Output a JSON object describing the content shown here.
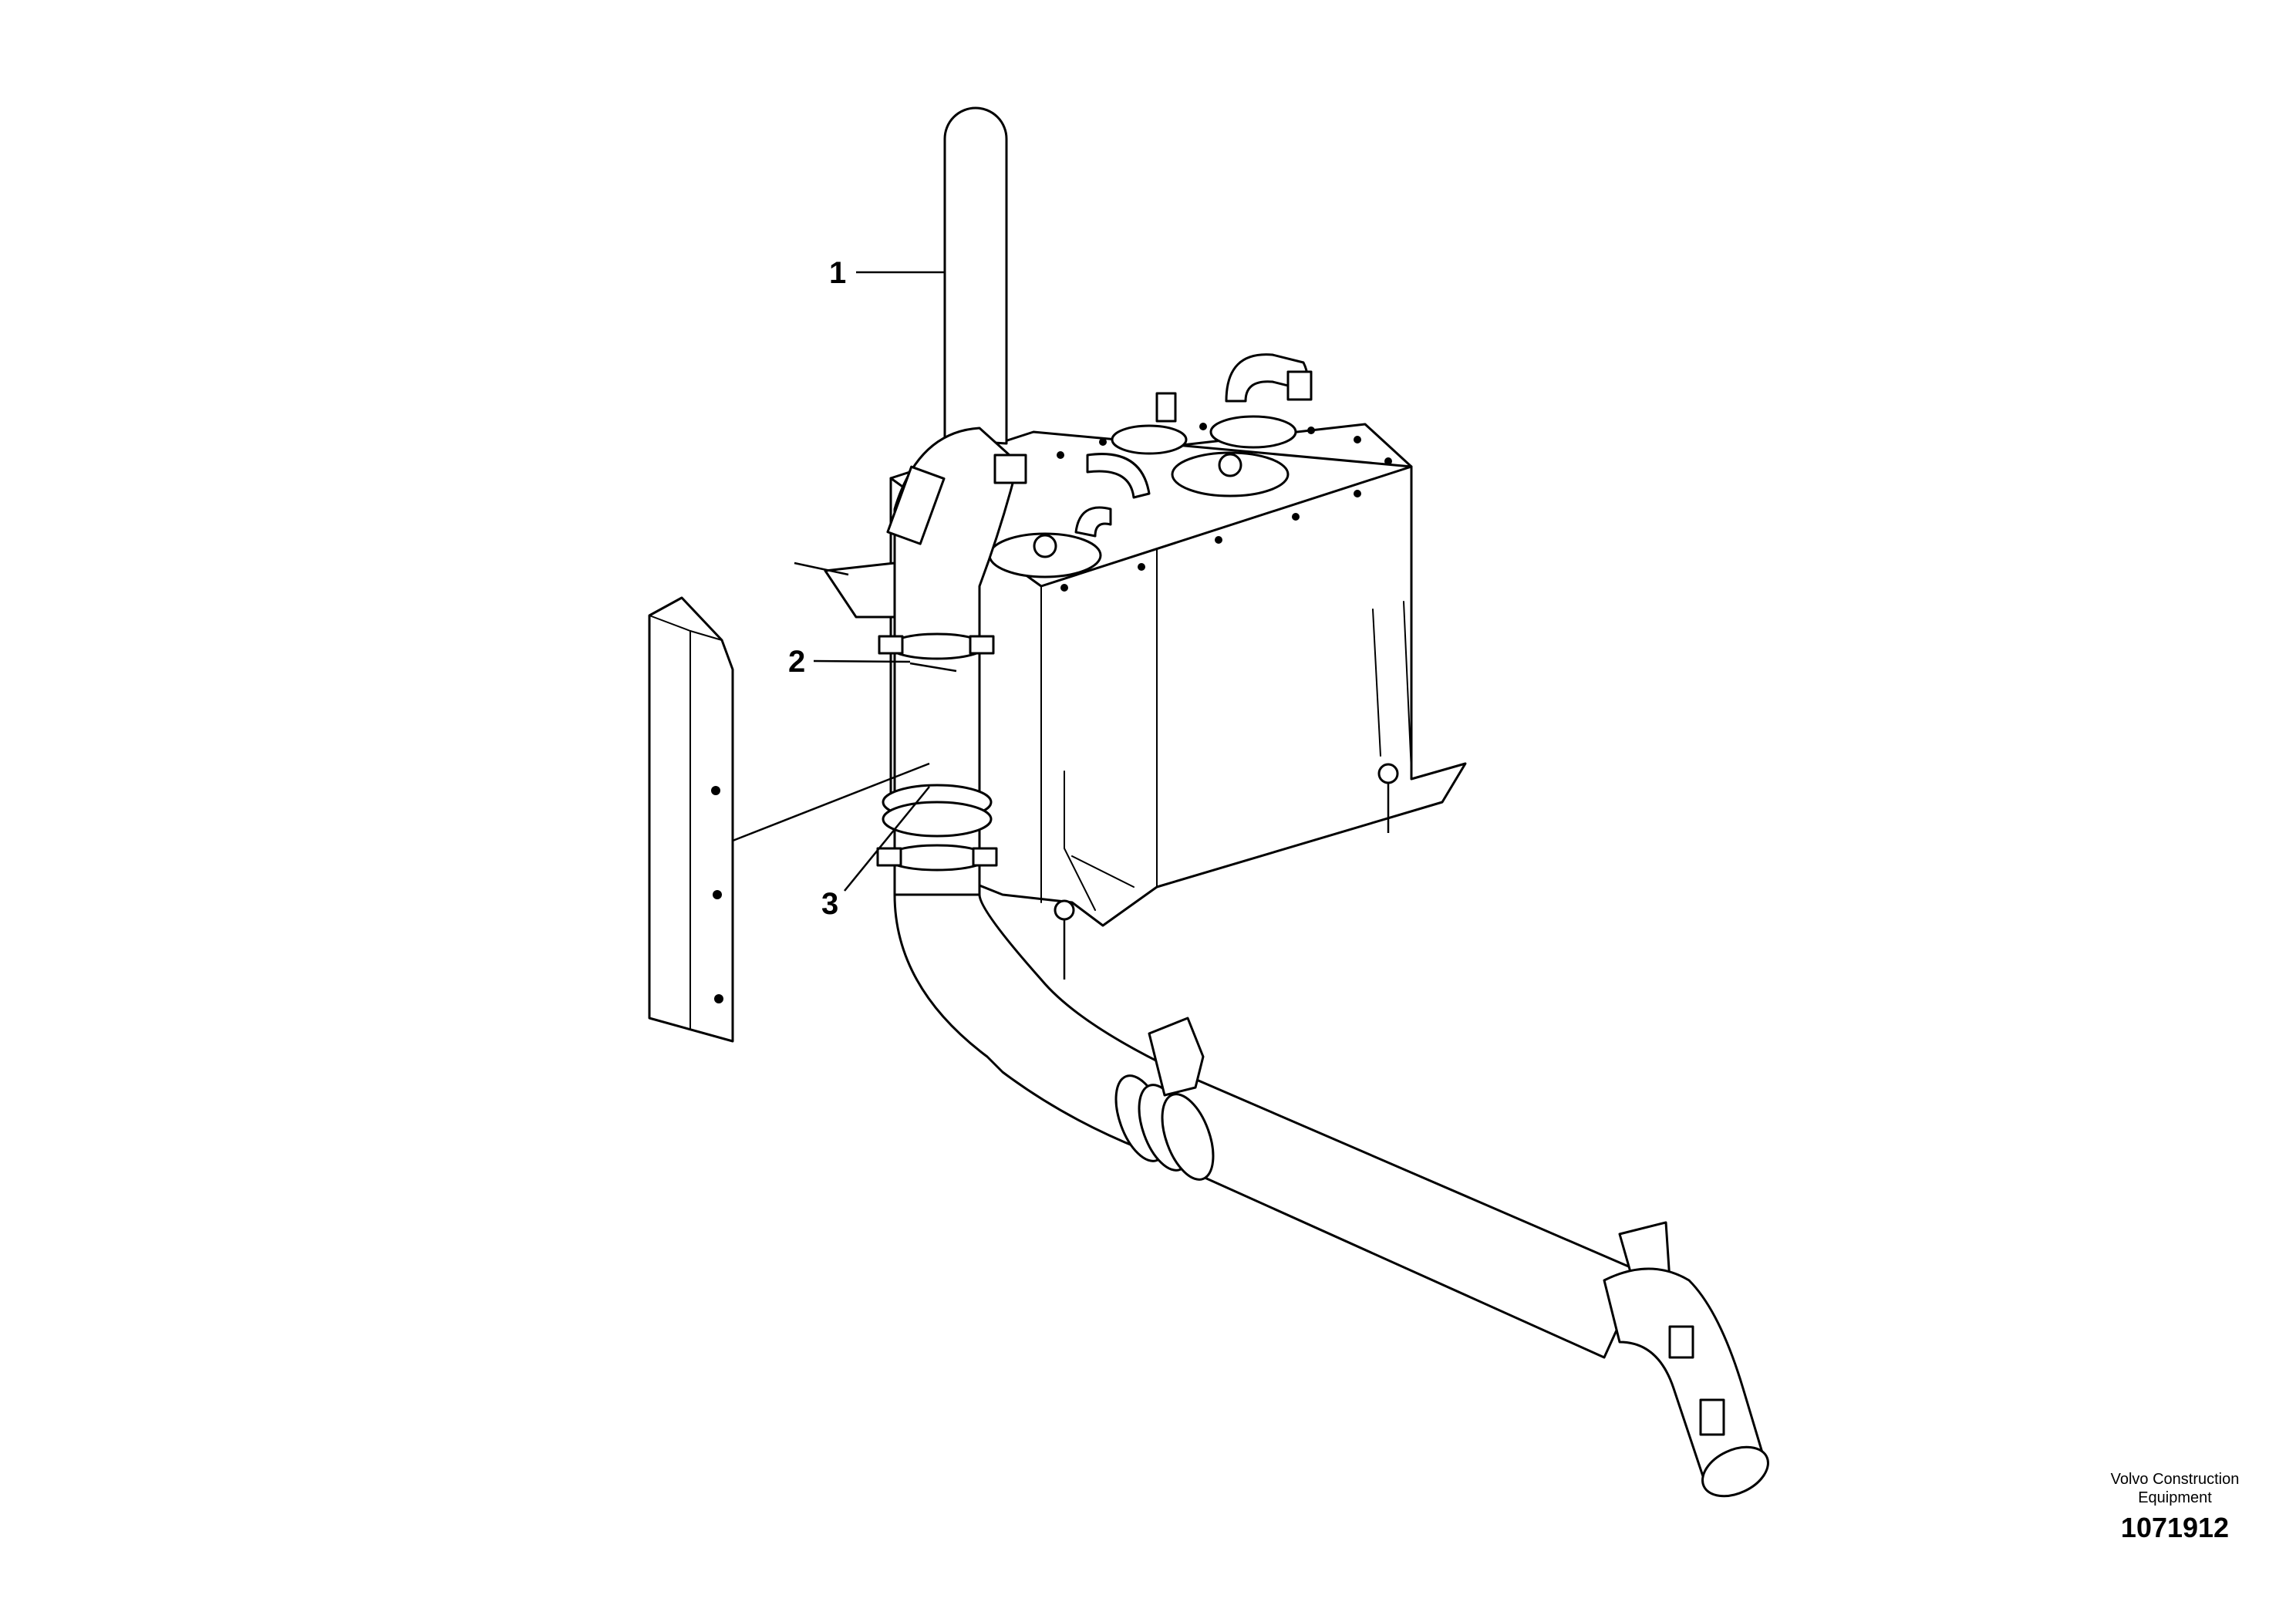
{
  "callouts": [
    {
      "label": "1",
      "part": "exhaust stack pipe"
    },
    {
      "label": "2",
      "part": "pipe clamp"
    },
    {
      "label": "3",
      "part": "exhaust pipe"
    }
  ],
  "footer": {
    "company_line1": "Volvo Construction",
    "company_line2": "Equipment",
    "drawing_number": "1071912"
  },
  "colors": {
    "ink": "#000000",
    "paper": "#ffffff"
  }
}
